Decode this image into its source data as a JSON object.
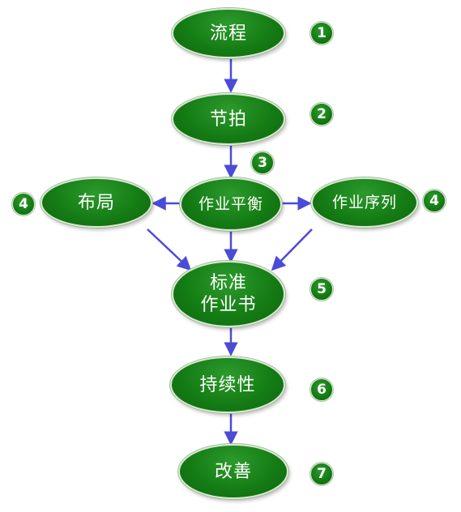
{
  "nodes": {
    "process": "流程",
    "takt": "节拍",
    "balance": "作业平衡",
    "layout": "布局",
    "sequence": "作业序列",
    "standard": "标准\n作业书",
    "sustain": "持续性",
    "improve": "改善"
  },
  "badges": {
    "b1": "1",
    "b2": "2",
    "b3": "3",
    "b4_left": "4",
    "b4_right": "4",
    "b5": "5",
    "b6": "6",
    "b7": "7"
  },
  "colors": {
    "node_fill": "#157d15",
    "arrow": "#4b4bd8",
    "text": "#ffffff"
  }
}
